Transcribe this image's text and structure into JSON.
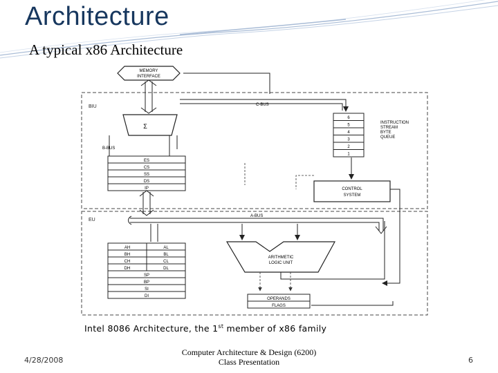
{
  "slide": {
    "title": "Architecture",
    "subtitle": "A typical x86 Architecture"
  },
  "diagram": {
    "memory_interface": [
      "MEMORY",
      "INTERFACE"
    ],
    "c_bus": "C-BUS",
    "b_bus": "B-BUS",
    "a_bus": "A-BUS",
    "biu": "BIU",
    "eu": "EU",
    "sigma": "Σ",
    "segment_registers": [
      "ES",
      "CS",
      "SS",
      "DS",
      "IP"
    ],
    "queue_slots": [
      "6",
      "5",
      "4",
      "3",
      "2",
      "1"
    ],
    "queue_label": [
      "INSTRUCTION",
      "STREAM",
      "BYTE",
      "QUEUE"
    ],
    "control_system": [
      "CONTROL",
      "SYSTEM"
    ],
    "alu": [
      "ARITHMETIC",
      "LOGIC UNIT"
    ],
    "general_registers_left": [
      "AH",
      "BH",
      "CH",
      "DH"
    ],
    "general_registers_right": [
      "AL",
      "BL",
      "CL",
      "DL"
    ],
    "pointer_registers": [
      "SP",
      "BP",
      "SI",
      "DI"
    ],
    "operands": "OPERANDS",
    "flags": "FLAGS"
  },
  "caption": {
    "prefix": "Intel  8086 Architecture, the 1",
    "sup": "st",
    "suffix": " member of x86 family"
  },
  "footer": {
    "date": "4/28/2008",
    "course_line1": "Computer Architecture & Design (6200)",
    "course_line2": "Class Presentation",
    "page_number": "6"
  },
  "colors": {
    "title": "#17375e",
    "decoration": "#a9bcd6"
  }
}
